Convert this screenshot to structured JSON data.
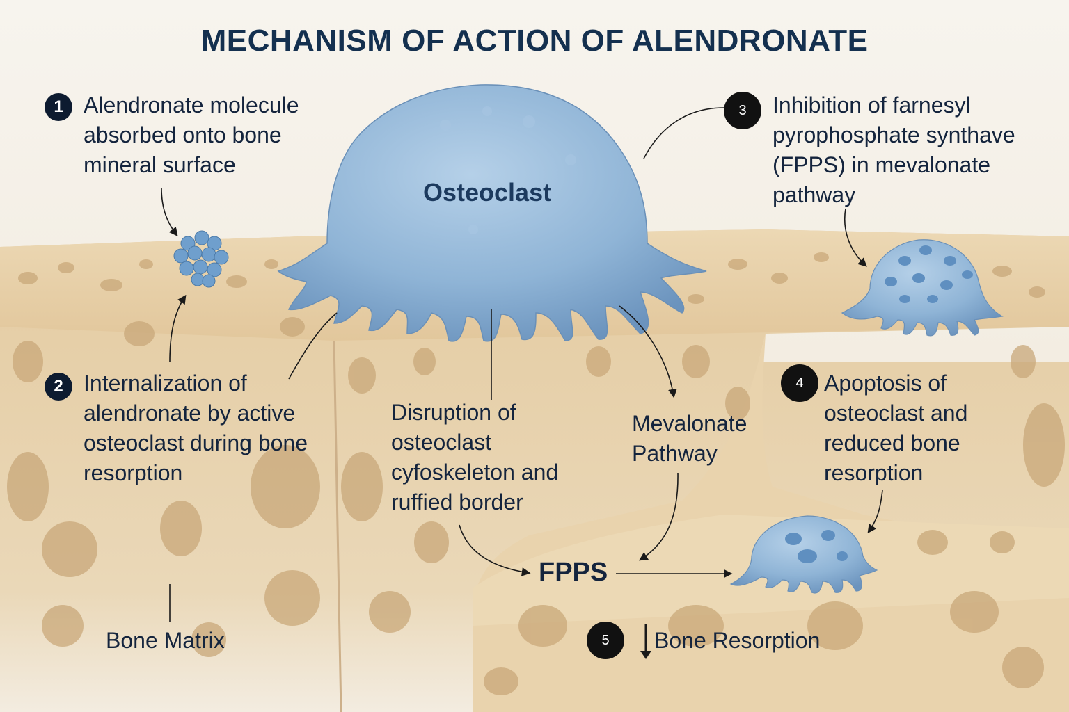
{
  "title": "MECHANISM OF ACTION OF ALENDRONATE",
  "steps": [
    {
      "number": "1",
      "text": "Alendronate molecule absorbed onto bone mineral surface"
    },
    {
      "number": "2",
      "text": "Internalization of alendronate by active osteoclast during bone resorption"
    },
    {
      "number": "3",
      "text": "Inhibition of farnesyl pyrophosphate synthave (FPPS) in mevalonate pathway"
    },
    {
      "number": "4",
      "text": "Apoptosis of osteoclast and reduced bone resorption"
    },
    {
      "number": "5",
      "text": "Bone Resorption"
    }
  ],
  "labels": {
    "osteoclast": "Osteoclast",
    "disruption": "Disruption of osteoclast cyfoskeleton and ruffied border",
    "mevalonate": "Mevalonate Pathway",
    "fpps": "FPPS",
    "bone_matrix": "Bone Matrix",
    "down_arrow": "↓"
  },
  "colors": {
    "title": "#14304f",
    "text": "#14243d",
    "bone": "#e6cfa6",
    "bone_pore": "#c9a87a",
    "cell": "#8fb4d6",
    "badge": "#0d1b30"
  }
}
